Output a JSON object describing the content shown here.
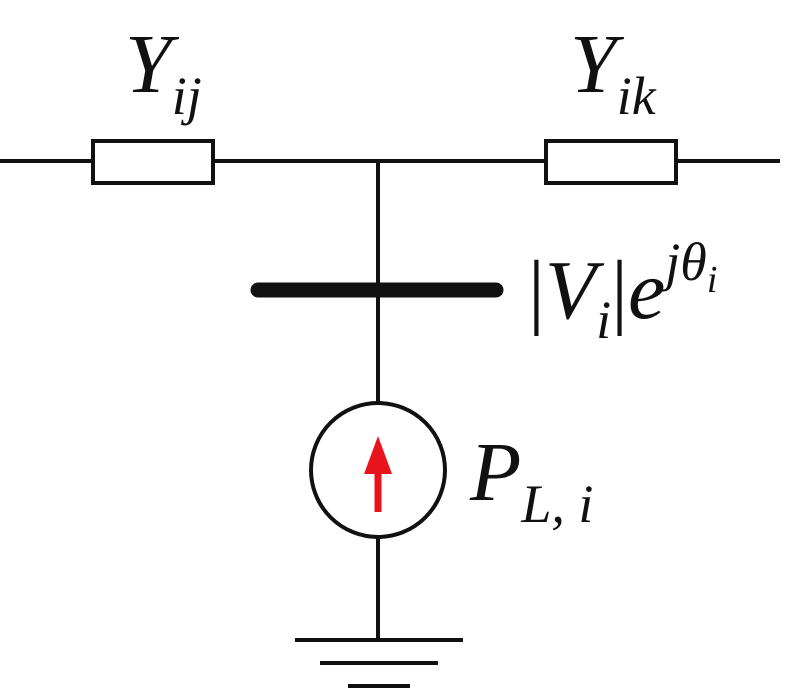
{
  "labels": {
    "left_admittance": {
      "main": "Y",
      "sub": "ij"
    },
    "right_admittance": {
      "main": "Y",
      "sub": "ik"
    },
    "bus_voltage": {
      "bar_open": "|",
      "main": "V",
      "sub": "i",
      "bar_close": "|",
      "base": "e",
      "sup": "jθ",
      "sup_sub": "i"
    },
    "load_power": {
      "main": "P",
      "sub": "L, i"
    }
  },
  "colors": {
    "line": "#111111",
    "arrow": "#e8141c",
    "background": "#ffffff"
  }
}
